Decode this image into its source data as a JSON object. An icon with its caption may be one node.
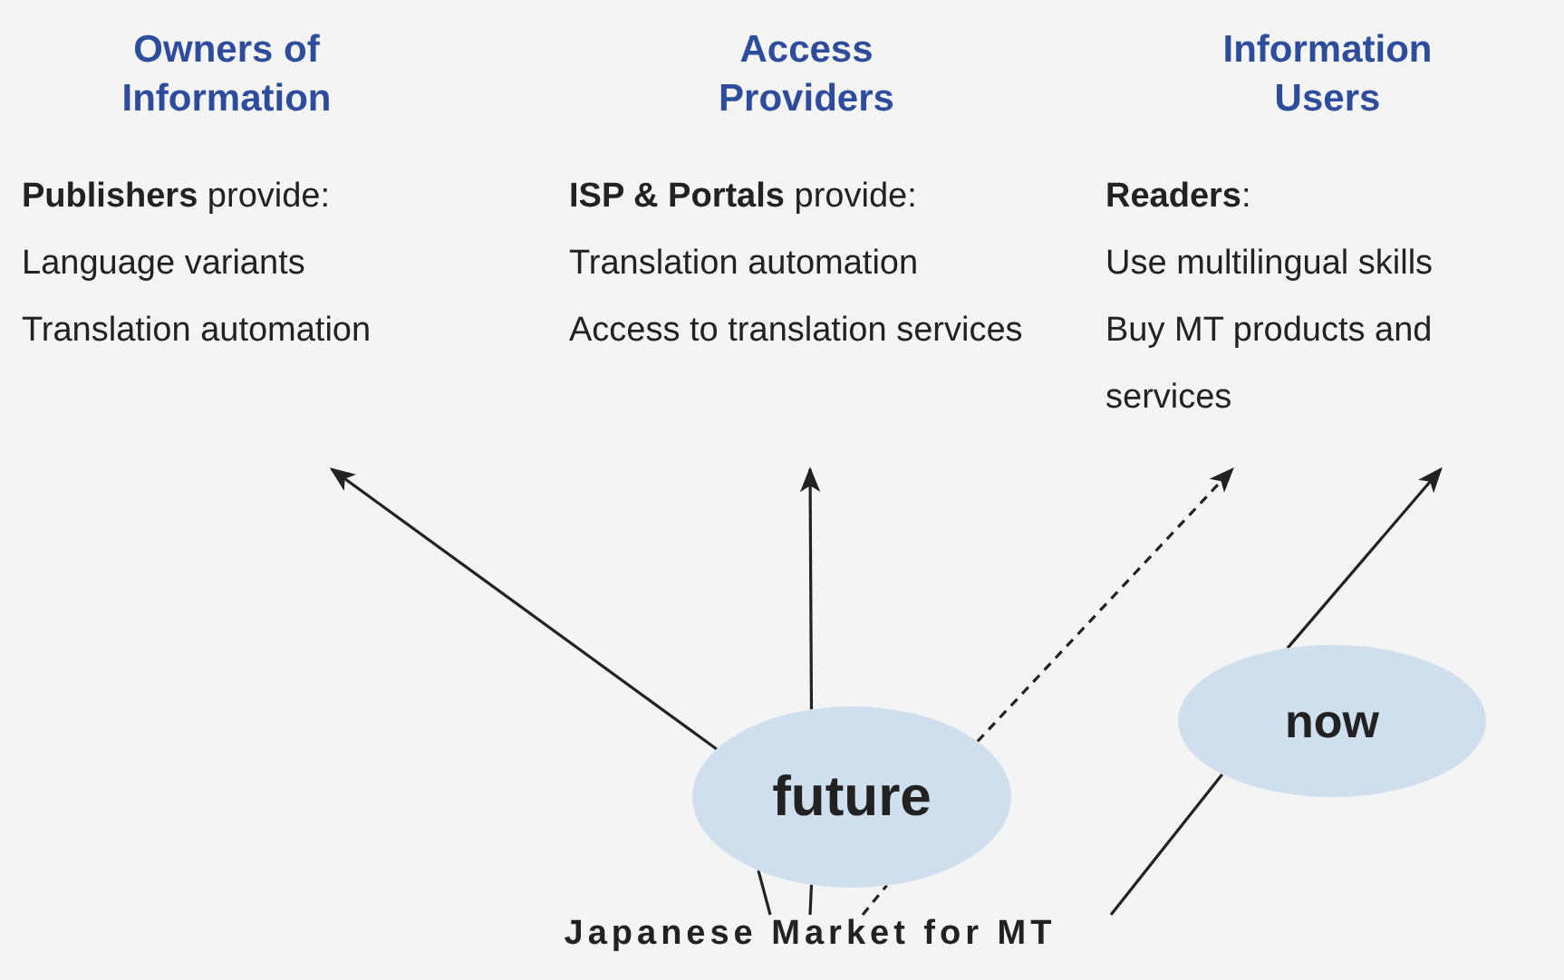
{
  "diagram": {
    "nodes": [
      {
        "text": [
          "Owners of Information",
          "**Publishers** provide:",
          "Language variants",
          "Translation automation"
        ]
      },
      {
        "text": [
          "Access Providers",
          "**ISP & Portals** provide:",
          "Translation automation",
          "Access to translation services"
        ]
      },
      {
        "text": [
          "Information Users",
          "**Readers**:",
          "Use multilingual skills",
          "Buy MT products and services"
        ]
      },
      {
        "text": [
          "future"
        ]
      },
      {
        "text": [
          "now"
        ]
      },
      {
        "text": [
          "Japanese Market for MT"
        ]
      }
    ],
    "edges": [
      {
        "from": 5,
        "to": 3,
        "arrow": "none"
      },
      {
        "from": 5,
        "to": 3,
        "arrow": "none"
      },
      {
        "from": 5,
        "to": 3,
        "arrow": "none",
        "style": "dashed"
      },
      {
        "from": 5,
        "to": 4,
        "arrow": "none"
      },
      {
        "from": 3,
        "to": 0,
        "arrow": "to"
      },
      {
        "from": 3,
        "to": 1,
        "arrow": "to"
      },
      {
        "from": 3,
        "to": 2,
        "arrow": "to",
        "style": "dashed"
      },
      {
        "from": 4,
        "to": 2,
        "arrow": "to"
      }
    ]
  }
}
